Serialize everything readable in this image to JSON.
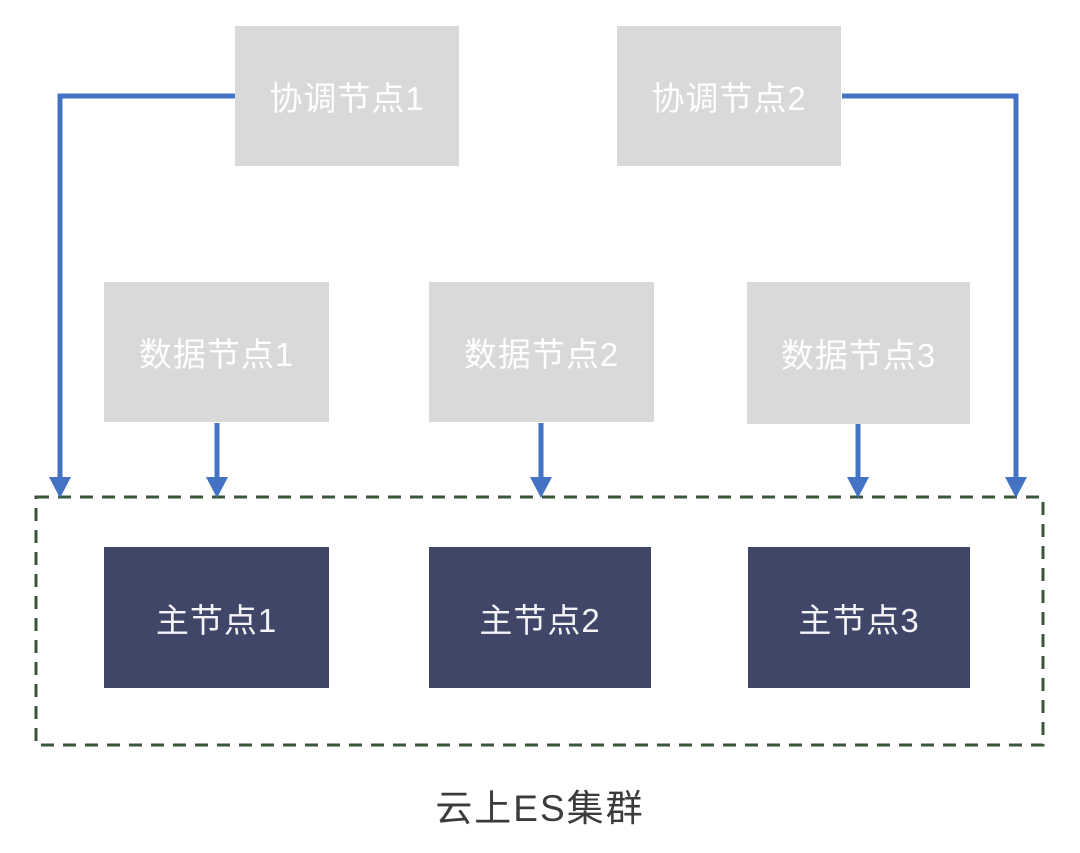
{
  "diagram": {
    "type": "architecture-diagram",
    "title": "云上ES集群",
    "nodes": {
      "coordinating": [
        {
          "label": "协调节点1"
        },
        {
          "label": "协调节点2"
        }
      ],
      "data": [
        {
          "label": "数据节点1"
        },
        {
          "label": "数据节点2"
        },
        {
          "label": "数据节点3"
        }
      ],
      "master": [
        {
          "label": "主节点1"
        },
        {
          "label": "主节点2"
        },
        {
          "label": "主节点3"
        }
      ]
    },
    "edges": [
      {
        "from": "协调节点1",
        "to": "云上ES集群",
        "style": "elbow-left-down-arrow"
      },
      {
        "from": "协调节点2",
        "to": "云上ES集群",
        "style": "elbow-right-down-arrow"
      },
      {
        "from": "数据节点1",
        "to": "云上ES集群",
        "style": "straight-down-arrow"
      },
      {
        "from": "数据节点2",
        "to": "云上ES集群",
        "style": "straight-down-arrow"
      },
      {
        "from": "数据节点3",
        "to": "云上ES集群",
        "style": "straight-down-arrow"
      }
    ],
    "colors": {
      "node_gray": "#d9d9d9",
      "node_navy": "#3f4668",
      "node_text": "#ffffff",
      "arrow_blue": "#4472c4",
      "cluster_border_green": "#3a5638",
      "title_text": "#3b3b3b"
    }
  }
}
